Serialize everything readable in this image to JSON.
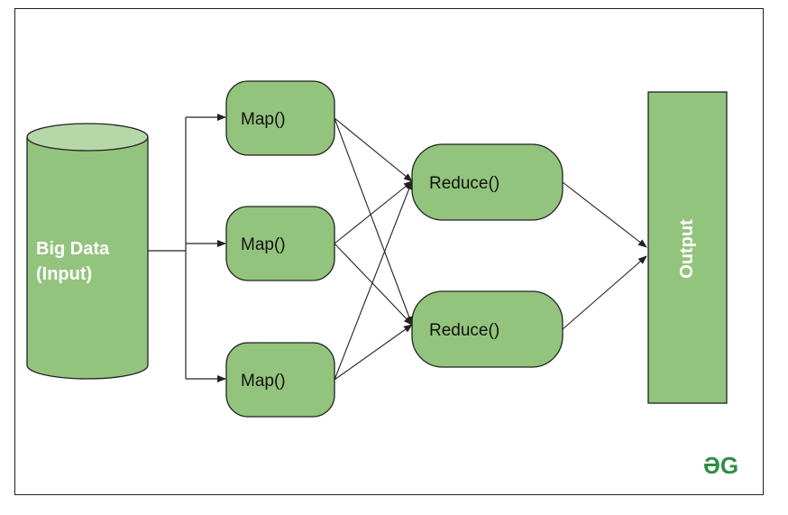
{
  "colors": {
    "node_fill": "#93c47d",
    "cylinder_top": "#b6d7a8",
    "stroke": "#222222",
    "logo": "#2f8d46"
  },
  "input": {
    "label_line1": "Big Data",
    "label_line2": "(Input)"
  },
  "maps": [
    {
      "label": "Map()"
    },
    {
      "label": "Map()"
    },
    {
      "label": "Map()"
    }
  ],
  "reducers": [
    {
      "label": "Reduce()"
    },
    {
      "label": "Reduce()"
    }
  ],
  "output": {
    "label": "Output"
  },
  "logo": {
    "text": "ƏG"
  }
}
